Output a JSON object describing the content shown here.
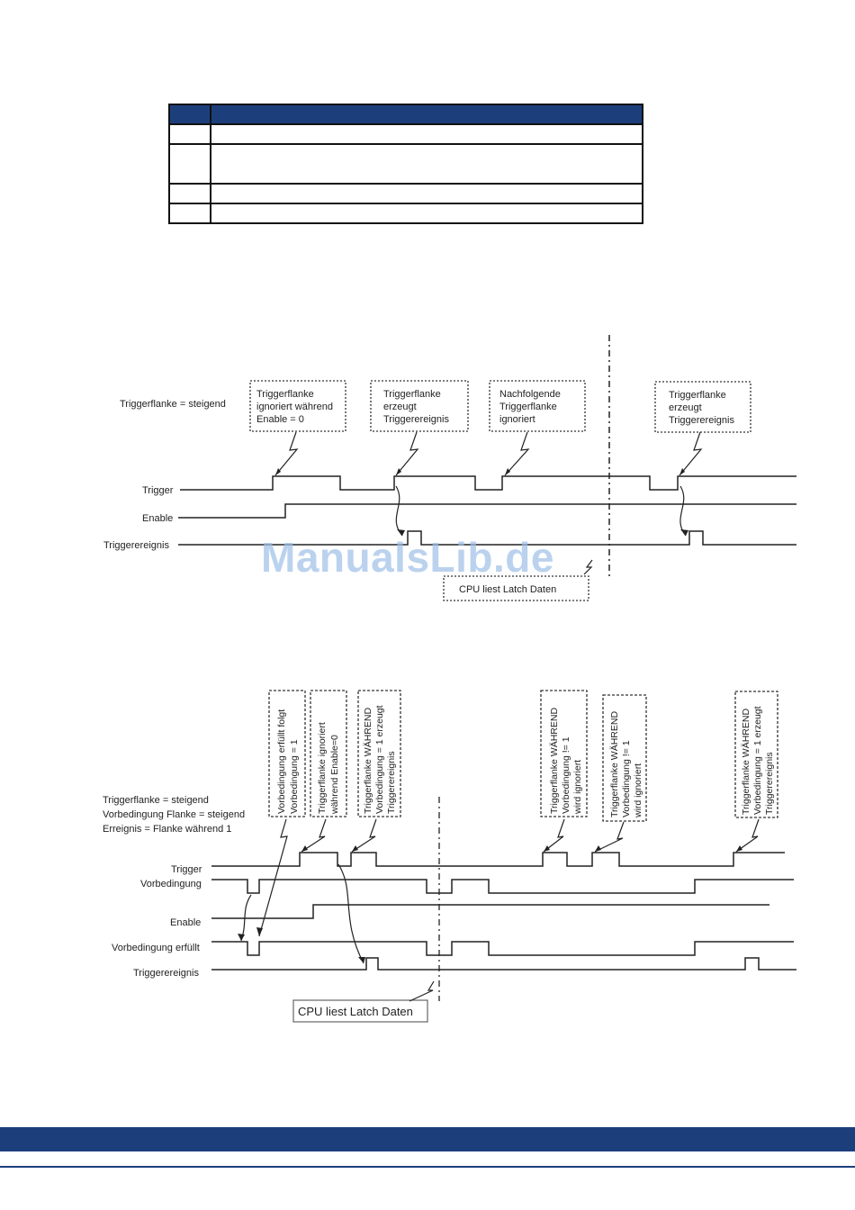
{
  "diagram1": {
    "condition": "Triggerflanke = steigend",
    "signals": [
      "Trigger",
      "Enable",
      "Triggerereignis"
    ],
    "box1": [
      "Triggerflanke",
      "ignoriert während",
      "Enable = 0"
    ],
    "box2": [
      "Triggerflanke",
      "erzeugt",
      "Triggerereignis"
    ],
    "box3": [
      "Nachfolgende",
      "Triggerflanke",
      "ignoriert"
    ],
    "box4": [
      "Triggerflanke",
      "erzeugt",
      "Triggerereignis"
    ],
    "cpu": "CPU liest Latch Daten"
  },
  "diagram2": {
    "conditions": [
      "Triggerflanke = steigend",
      "Vorbedingung Flanke = steigend",
      "Erreignis = Flanke während 1"
    ],
    "signals": [
      "Trigger",
      "Vorbedingung",
      "Enable",
      "Vorbedingung erfüllt",
      "Triggerereignis"
    ],
    "vbox1": [
      "Vorbedingung erfüllt folgt",
      "Vorbedingung = 1"
    ],
    "vbox2": [
      "Triggerflanke ignoriert",
      "während Enable=0"
    ],
    "vbox3": [
      "Triggerflanke WÄHREND",
      "Vorbedingung = 1 erzeugt",
      "Triggerereignis"
    ],
    "vbox4": [
      "Triggerflanke WÄHREND",
      "Vorbedingung != 1",
      "wird ignoriert"
    ],
    "vbox5": [
      "Triggerflanke WÄHREND",
      "Vorbedingung != 1",
      "wird ignoriert"
    ],
    "vbox6": [
      "Triggerflanke WÄHREND",
      "Vorbedingung = 1 erzeugt",
      "Triggerereignis"
    ],
    "cpu": "CPU liest Latch Daten"
  },
  "watermark": "ManualsLib.de",
  "colors": {
    "header": "#1c3f7c",
    "watermark": "#9fbfe8"
  }
}
